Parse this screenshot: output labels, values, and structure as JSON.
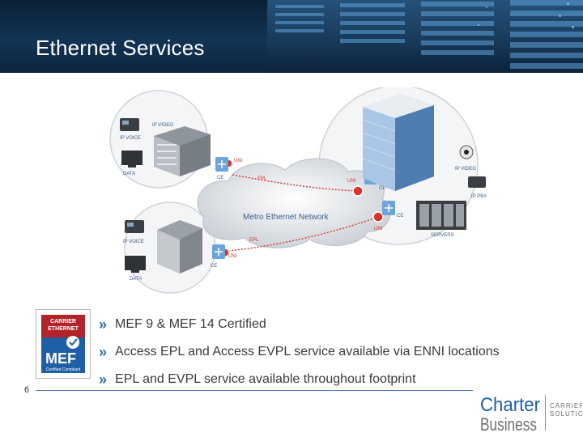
{
  "slide": {
    "title": "Ethernet Services",
    "page_number": "6"
  },
  "diagram": {
    "cloud_label": "Metro Ethernet Network",
    "top_left": {
      "ip_video": "IP VIDEO",
      "ip_voice": "IP VOICE",
      "data": "DATA"
    },
    "bottom_left": {
      "ip_voice": "IP VOICE",
      "data": "DATA"
    },
    "right": {
      "ip_video": "IP VIDEO",
      "ip_pbx": "IP PBX",
      "servers": "SERVERS"
    },
    "labels": {
      "uni": "UNI",
      "ce": "CE",
      "epl": "EPL"
    }
  },
  "bullets": [
    "MEF 9 & MEF 14 Certified",
    "Access EPL and Access EVPL service available via ENNI locations",
    "EPL and EVPL service available throughout footprint"
  ],
  "bullet_marker": "»",
  "mef_logo": {
    "line1": "CARRIER",
    "line2": "ETHERNET",
    "mef": "MEF",
    "sub": "Certified Compliant"
  },
  "charter_logo": {
    "brand": "Charter",
    "business": "Business",
    "line1": "CARRIER",
    "line2": "SOLUTIONS"
  },
  "colors": {
    "header_bg": "#123454",
    "accent": "#2c6fb0",
    "mef_red": "#b3242a",
    "mef_blue": "#1f5fa8",
    "path_red": "#d9342b"
  }
}
